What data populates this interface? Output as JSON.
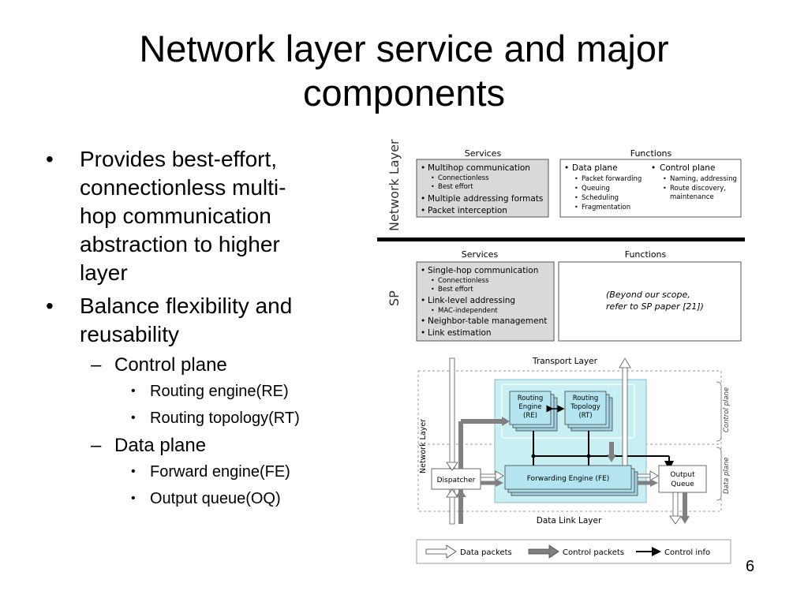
{
  "slide": {
    "title_line1": "Network layer service and major",
    "title_line2": "components",
    "page_number": "6"
  },
  "bullets": {
    "b1_lines": [
      "Provides best-effort,",
      "connectionless multi-",
      "hop communication",
      "abstraction to higher",
      "layer"
    ],
    "b2_lines": [
      "Balance flexibility and",
      "reusability"
    ],
    "control_plane": "Control plane",
    "control_items": [
      "Routing engine(RE)",
      "Routing topology(RT)"
    ],
    "data_plane": "Data plane",
    "data_items": [
      "Forward engine(FE)",
      "Output queue(OQ)"
    ],
    "marker_l1": "•",
    "marker_l2": "–",
    "marker_l3": "•"
  },
  "figure": {
    "network_layer_label": "Network Layer",
    "sp_label": "SP",
    "services_header": "Services",
    "functions_header": "Functions",
    "nl_services": {
      "item1": "Multihop communication",
      "item1_sub": [
        "Connectionless",
        "Best effort"
      ],
      "item2": "Multiple addressing formats",
      "item3": "Packet interception"
    },
    "nl_functions": {
      "data_plane": "Data plane",
      "data_plane_sub": [
        "Packet forwarding",
        "Queuing",
        "Scheduling",
        "Fragmentation"
      ],
      "control_plane": "Control plane",
      "control_plane_sub": [
        "Naming, addressing",
        "Route discovery,",
        "maintenance"
      ]
    },
    "sp_services": {
      "item1": "Single-hop communication",
      "item1_sub": [
        "Connectionless",
        "Best effort"
      ],
      "item2": "Link-level addressing",
      "item2_sub": [
        "MAC-independent"
      ],
      "item3": "Neighbor-table management",
      "item4": "Link estimation"
    },
    "sp_functions_line1": "(Beyond our scope,",
    "sp_functions_line2": "refer to SP paper [21])",
    "arch": {
      "transport_layer": "Transport Layer",
      "data_link_layer": "Data Link Layer",
      "network_layer": "Network Layer",
      "control_plane": "Control plane",
      "data_plane": "Data plane",
      "routing_engine": [
        "Routing",
        "Engine",
        "(RE)"
      ],
      "routing_topology": [
        "Routing",
        "Topology",
        "(RT)"
      ],
      "dispatcher": "Dispatcher",
      "forwarding_engine": "Forwarding Engine (FE)",
      "output_queue": [
        "Output",
        "Queue"
      ]
    },
    "legend": {
      "data_packets": "Data packets",
      "control_packets": "Control packets",
      "control_info": "Control info"
    }
  },
  "colors": {
    "services_box": "#d9d9d9",
    "control_region": "#c8f0f2",
    "engine_box": "#b3e4f0",
    "control_arrow": "#808080"
  }
}
